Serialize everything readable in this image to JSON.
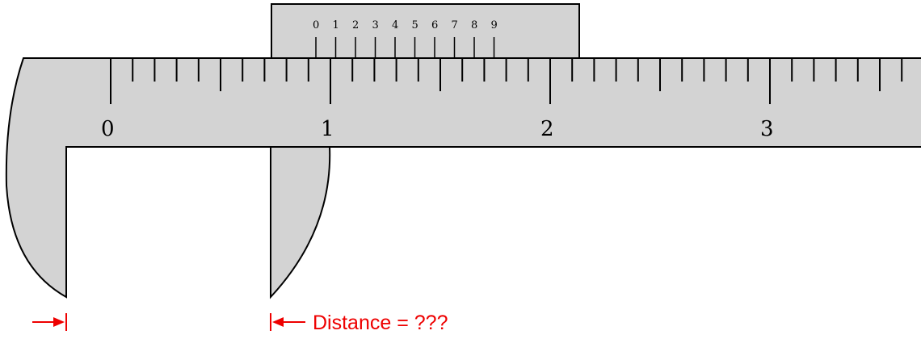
{
  "main_scale": {
    "labels": [
      "0",
      "1",
      "2",
      "3"
    ],
    "divisions_per_unit": 10
  },
  "vernier_scale": {
    "labels": [
      "0",
      "1",
      "2",
      "3",
      "4",
      "5",
      "6",
      "7",
      "8",
      "9"
    ]
  },
  "measurement": {
    "text": "Distance = ???",
    "color": "#ee0000"
  }
}
